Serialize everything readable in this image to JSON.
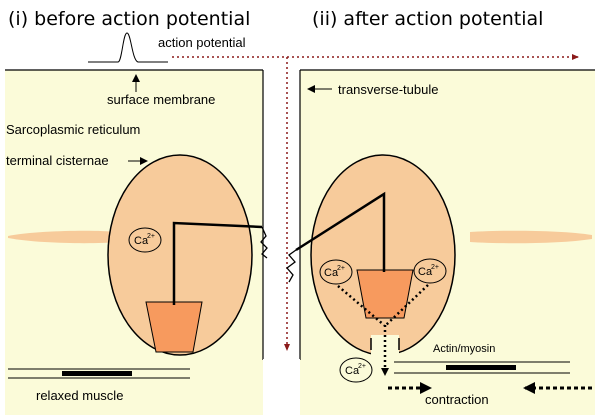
{
  "titles": {
    "left": "(i) before action potential",
    "right": "(ii) after action potential"
  },
  "labels": {
    "action_potential": "action potential",
    "surface_membrane": "surface membrane",
    "transverse_tubule": "transverse-tubule",
    "sarcoplasmic_reticulum": "Sarcoplasmic reticulum",
    "terminal_cisternae": "terminal cisternae",
    "relaxed_muscle": "relaxed muscle",
    "actin_myosin": "Actin/myosin",
    "contraction": "contraction"
  },
  "calcium": {
    "symbol": "Ca",
    "charge": "2+"
  },
  "colors": {
    "cell_background": "#fbfbd9",
    "cisterna_fill": "#f7cb9b",
    "channel_fill": "#f79a5e",
    "line": "#000000",
    "dotted_path": "#8b1a1a"
  }
}
